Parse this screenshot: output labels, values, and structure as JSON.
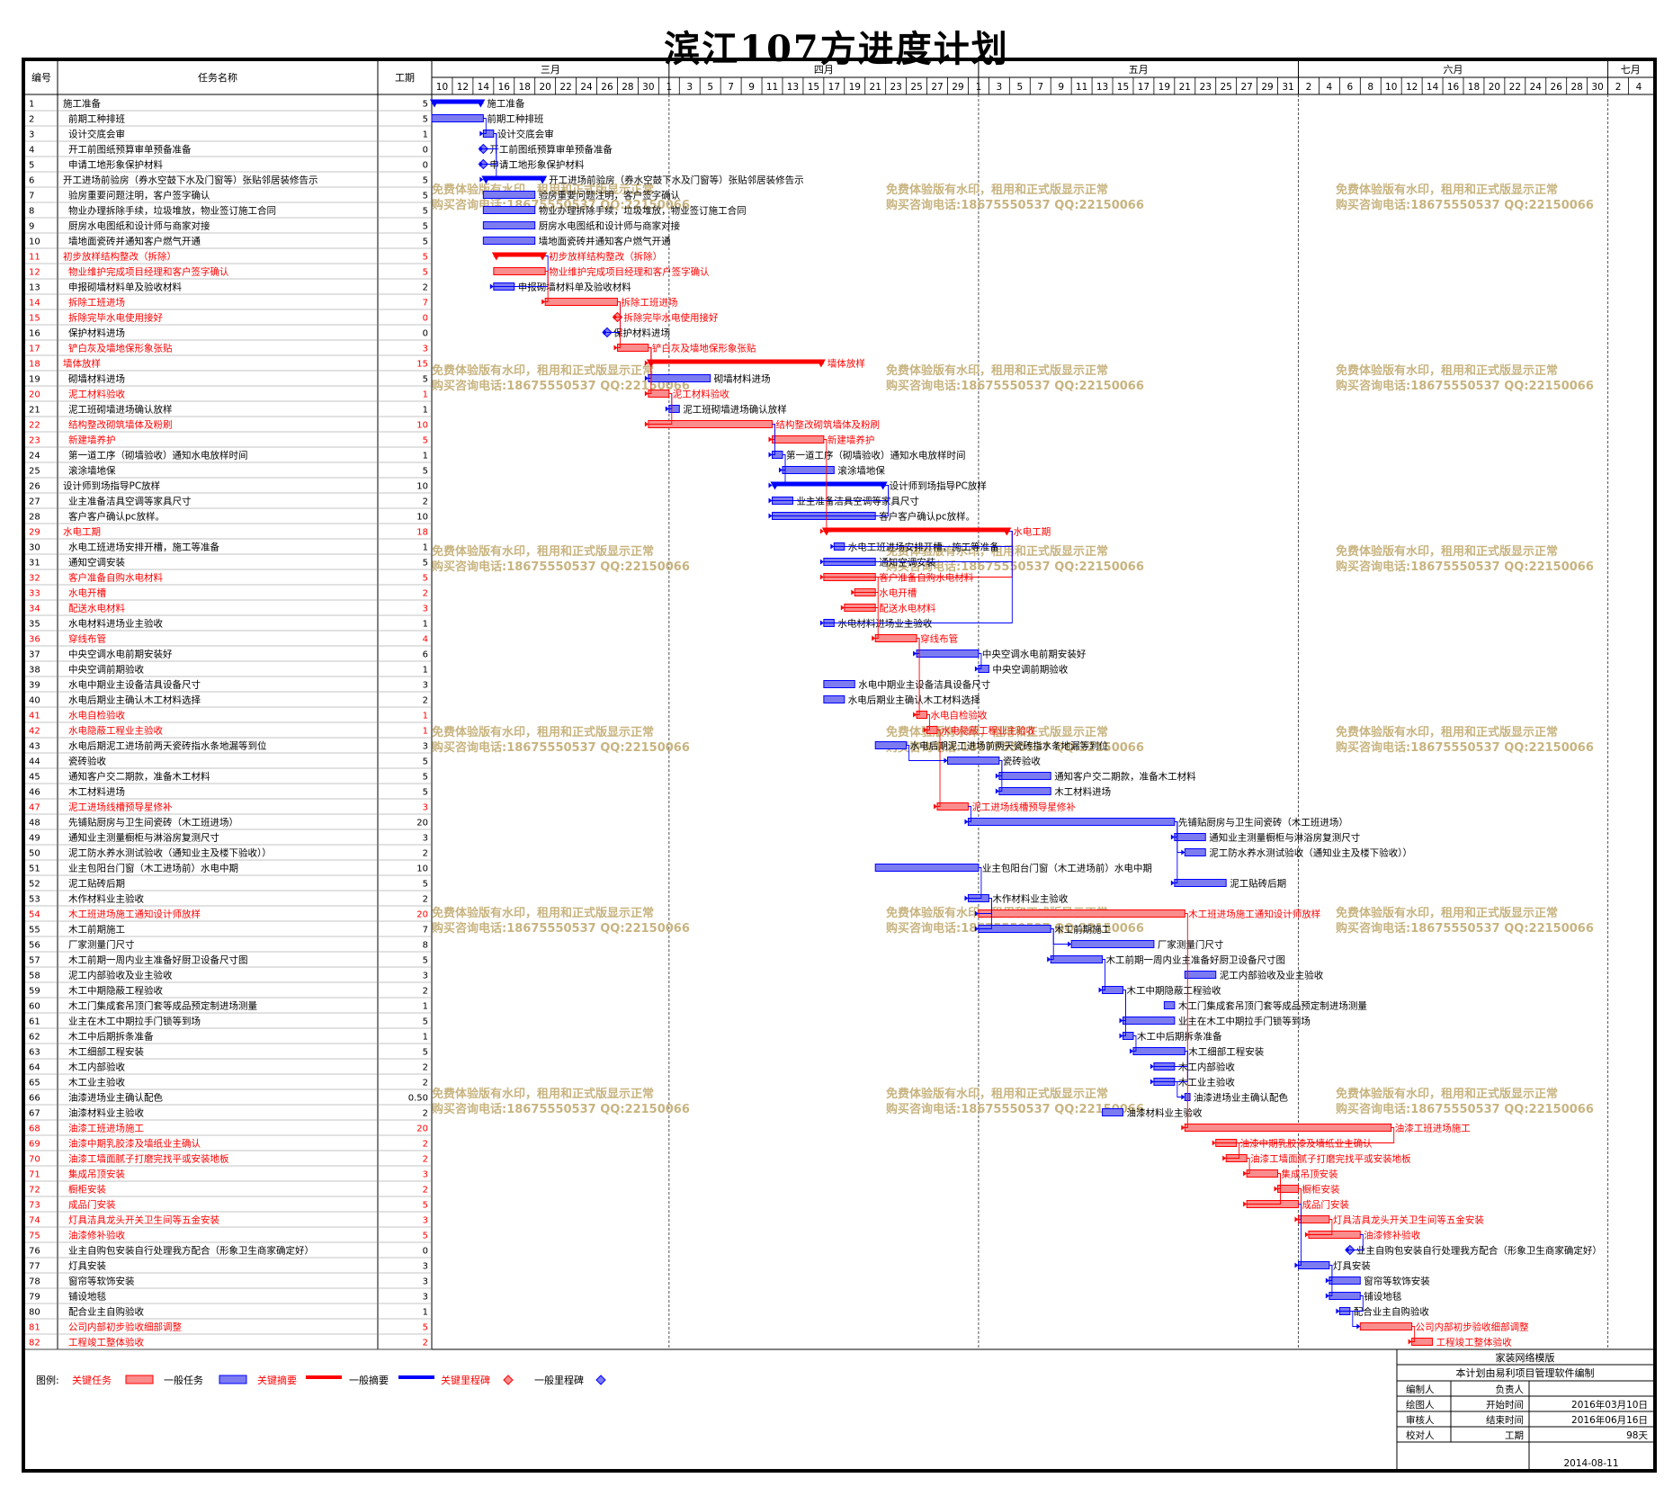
{
  "title": "滨江107方进度计划",
  "headers": {
    "id": "编号",
    "name": "任务名称",
    "duration": "工期"
  },
  "months": [
    {
      "label": "三月",
      "start": "03-10",
      "end": "04-01"
    },
    {
      "label": "四月",
      "start": "04-01",
      "end": "05-01"
    },
    {
      "label": "五月",
      "start": "05-01",
      "end": "06-01"
    },
    {
      "label": "六月",
      "start": "06-01",
      "end": "07-01"
    },
    {
      "label": "七月",
      "start": "07-01",
      "end": "07-07"
    }
  ],
  "watermark": [
    "免费体验版有水印，租用和正式版显示正常",
    "购买咨询电话:18675550537 QQ:22150066"
  ],
  "legend": {
    "label": "图例:",
    "critical_task": "关键任务",
    "normal_task": "一般任务",
    "critical_summary": "关键摘要",
    "normal_summary": "一般摘要",
    "critical_milestone": "关键里程碑",
    "normal_milestone": "一般里程碑"
  },
  "info": {
    "org": "家装网络模版",
    "note": "本计划由易利项目管理软件编制",
    "rows": [
      [
        "编制人",
        "",
        "负责人",
        ""
      ],
      [
        "绘图人",
        "",
        "开始时间",
        "2016年03月10日"
      ],
      [
        "审核人",
        "",
        "结束时间",
        "2016年06月16日"
      ],
      [
        "校对人",
        "",
        "工期",
        "98天"
      ]
    ],
    "date": "2014-08-11"
  },
  "colors": {
    "critical": "#ff0000",
    "normal": "#0000ff",
    "critical_bar": "#f98c8c",
    "normal_bar": "#7c7cf0",
    "watermark": "#c8b480"
  },
  "chart_data": {
    "type": "gantt",
    "title": "滨江107方进度计划",
    "x_axis": "date (2016)",
    "xlim": [
      "2016-03-10",
      "2016-07-07"
    ],
    "tasks": [
      {
        "id": 1,
        "name": "施工准备",
        "duration": "5",
        "start": "03-10",
        "end": "03-15",
        "kind": "summary",
        "critical": false
      },
      {
        "id": 2,
        "name": "前期工种排班",
        "duration": "5",
        "start": "03-10",
        "end": "03-15",
        "kind": "task",
        "critical": false
      },
      {
        "id": 3,
        "name": "设计交底会审",
        "duration": "1",
        "start": "03-15",
        "end": "03-16",
        "kind": "task",
        "critical": false
      },
      {
        "id": 4,
        "name": "开工前图纸预算审单预备准备",
        "duration": "0",
        "start": "03-15",
        "end": "03-15",
        "kind": "milestone",
        "critical": false
      },
      {
        "id": 5,
        "name": "申请工地形象保护材料",
        "duration": "0",
        "start": "03-15",
        "end": "03-15",
        "kind": "milestone",
        "critical": false
      },
      {
        "id": 6,
        "name": "开工进场前验房（券水空鼓下水及门窗等）张贴邻居装修告示",
        "duration": "5",
        "start": "03-15",
        "end": "03-21",
        "kind": "summary",
        "critical": false
      },
      {
        "id": 7,
        "name": "验房重要问题注明，客户签字确认",
        "duration": "5",
        "start": "03-15",
        "end": "03-20",
        "kind": "task",
        "critical": false
      },
      {
        "id": 8,
        "name": "物业办理拆除手续，垃圾堆放，物业签订施工合同",
        "duration": "5",
        "start": "03-15",
        "end": "03-20",
        "kind": "task",
        "critical": false
      },
      {
        "id": 9,
        "name": "厨房水电图纸和设计师与商家对接",
        "duration": "5",
        "start": "03-15",
        "end": "03-20",
        "kind": "task",
        "critical": false
      },
      {
        "id": 10,
        "name": "墙地面瓷砖并通知客户燃气开通",
        "duration": "5",
        "start": "03-15",
        "end": "03-20",
        "kind": "task",
        "critical": false
      },
      {
        "id": 11,
        "name": "初步放样结构整改（拆除）",
        "duration": "5",
        "start": "03-16",
        "end": "03-21",
        "kind": "summary",
        "critical": true
      },
      {
        "id": 12,
        "name": "物业维护完成项目经理和客户签字确认",
        "duration": "5",
        "start": "03-16",
        "end": "03-21",
        "kind": "task",
        "critical": true
      },
      {
        "id": 13,
        "name": "申报砌墙材料单及验收材料",
        "duration": "2",
        "start": "03-16",
        "end": "03-18",
        "kind": "task",
        "critical": false
      },
      {
        "id": 14,
        "name": "拆除工班进场",
        "duration": "7",
        "start": "03-21",
        "end": "03-28",
        "kind": "task",
        "critical": true
      },
      {
        "id": 15,
        "name": "拆除完毕水电使用接好",
        "duration": "0",
        "start": "03-28",
        "end": "03-28",
        "kind": "milestone",
        "critical": true
      },
      {
        "id": 16,
        "name": "保护材料进场",
        "duration": "0",
        "start": "03-27",
        "end": "03-27",
        "kind": "milestone",
        "critical": false
      },
      {
        "id": 17,
        "name": "铲白灰及墙地保形象张贴",
        "duration": "3",
        "start": "03-28",
        "end": "03-31",
        "kind": "task",
        "critical": true
      },
      {
        "id": 18,
        "name": "墙体放样",
        "duration": "15",
        "start": "03-31",
        "end": "04-16",
        "kind": "summary",
        "critical": true
      },
      {
        "id": 19,
        "name": "砌墙材料进场",
        "duration": "5",
        "start": "03-31",
        "end": "04-05",
        "kind": "task",
        "critical": false
      },
      {
        "id": 20,
        "name": "泥工材料验收",
        "duration": "1",
        "start": "03-31",
        "end": "04-01",
        "kind": "task",
        "critical": true
      },
      {
        "id": 21,
        "name": "泥工班砌墙进场确认放样",
        "duration": "1",
        "start": "04-01",
        "end": "04-02",
        "kind": "task",
        "critical": false
      },
      {
        "id": 22,
        "name": "结构整改砌筑墙体及粉刷",
        "duration": "10",
        "start": "03-31",
        "end": "04-11",
        "kind": "task",
        "critical": true
      },
      {
        "id": 23,
        "name": "新建墙养护",
        "duration": "5",
        "start": "04-11",
        "end": "04-16",
        "kind": "task",
        "critical": true
      },
      {
        "id": 24,
        "name": "第一道工序（砌墙验收）通知水电放样时间",
        "duration": "1",
        "start": "04-11",
        "end": "04-12",
        "kind": "task",
        "critical": false
      },
      {
        "id": 25,
        "name": "滚涂墙地保",
        "duration": "5",
        "start": "04-12",
        "end": "04-17",
        "kind": "task",
        "critical": false
      },
      {
        "id": 26,
        "name": "设计师到场指导PC放样",
        "duration": "10",
        "start": "04-11",
        "end": "04-22",
        "kind": "summary",
        "critical": false
      },
      {
        "id": 27,
        "name": "业主准备洁具空调等家具尺寸",
        "duration": "2",
        "start": "04-11",
        "end": "04-13",
        "kind": "task",
        "critical": false
      },
      {
        "id": 28,
        "name": "客户客户确认pc放样。",
        "duration": "10",
        "start": "04-11",
        "end": "04-21",
        "kind": "task",
        "critical": false
      },
      {
        "id": 29,
        "name": "水电工期",
        "duration": "18",
        "start": "04-16",
        "end": "05-04",
        "kind": "summary",
        "critical": true
      },
      {
        "id": 30,
        "name": "水电工班进场安排开槽，施工等准备",
        "duration": "1",
        "start": "04-17",
        "end": "04-18",
        "kind": "task",
        "critical": false
      },
      {
        "id": 31,
        "name": "通知空调安装",
        "duration": "5",
        "start": "04-16",
        "end": "04-21",
        "kind": "task",
        "critical": false
      },
      {
        "id": 32,
        "name": "客户准备自购水电材料",
        "duration": "5",
        "start": "04-16",
        "end": "04-21",
        "kind": "task",
        "critical": true
      },
      {
        "id": 33,
        "name": "水电开槽",
        "duration": "2",
        "start": "04-19",
        "end": "04-21",
        "kind": "task",
        "critical": true
      },
      {
        "id": 34,
        "name": "配送水电材料",
        "duration": "3",
        "start": "04-18",
        "end": "04-21",
        "kind": "task",
        "critical": true
      },
      {
        "id": 35,
        "name": "水电材料进场业主验收",
        "duration": "1",
        "start": "04-16",
        "end": "04-17",
        "kind": "task",
        "critical": false
      },
      {
        "id": 36,
        "name": "穿线布管",
        "duration": "4",
        "start": "04-21",
        "end": "04-25",
        "kind": "task",
        "critical": true
      },
      {
        "id": 37,
        "name": "中央空调水电前期安装好",
        "duration": "6",
        "start": "04-25",
        "end": "05-01",
        "kind": "task",
        "critical": false
      },
      {
        "id": 38,
        "name": "中央空调前期验收",
        "duration": "1",
        "start": "05-01",
        "end": "05-02",
        "kind": "task",
        "critical": false
      },
      {
        "id": 39,
        "name": "水电中期业主设备洁具设备尺寸",
        "duration": "3",
        "start": "04-16",
        "end": "04-19",
        "kind": "task",
        "critical": false
      },
      {
        "id": 40,
        "name": "水电后期业主确认木工材料选择",
        "duration": "2",
        "start": "04-16",
        "end": "04-18",
        "kind": "task",
        "critical": false
      },
      {
        "id": 41,
        "name": "水电自检验收",
        "duration": "1",
        "start": "04-25",
        "end": "04-26",
        "kind": "task",
        "critical": true
      },
      {
        "id": 42,
        "name": "水电隐蔽工程业主验收",
        "duration": "1",
        "start": "04-26",
        "end": "04-27",
        "kind": "task",
        "critical": true
      },
      {
        "id": 43,
        "name": "水电后期泥工进场前两天瓷砖指水条地漏等到位",
        "duration": "3",
        "start": "04-21",
        "end": "04-24",
        "kind": "task",
        "critical": false
      },
      {
        "id": 44,
        "name": "瓷砖验收",
        "duration": "5",
        "start": "04-28",
        "end": "05-03",
        "kind": "task",
        "critical": false
      },
      {
        "id": 45,
        "name": "通知客户交二期款，准备木工材料",
        "duration": "5",
        "start": "05-03",
        "end": "05-08",
        "kind": "task",
        "critical": false
      },
      {
        "id": 46,
        "name": "木工材料进场",
        "duration": "5",
        "start": "05-03",
        "end": "05-08",
        "kind": "task",
        "critical": false
      },
      {
        "id": 47,
        "name": "泥工进场线槽预导星修补",
        "duration": "3",
        "start": "04-27",
        "end": "04-30",
        "kind": "task",
        "critical": true
      },
      {
        "id": 48,
        "name": "先铺贴厨房与卫生间瓷砖（木工班进场）",
        "duration": "20",
        "start": "04-30",
        "end": "05-20",
        "kind": "task",
        "critical": false
      },
      {
        "id": 49,
        "name": "通知业主测量橱柜与淋浴房复测尺寸",
        "duration": "3",
        "start": "05-20",
        "end": "05-23",
        "kind": "task",
        "critical": false
      },
      {
        "id": 50,
        "name": "泥工防水养水测试验收（通知业主及楼下验收））",
        "duration": "2",
        "start": "05-21",
        "end": "05-23",
        "kind": "task",
        "critical": false
      },
      {
        "id": 51,
        "name": "业主包阳台门窗（木工进场前）水电中期",
        "duration": "10",
        "start": "04-21",
        "end": "05-01",
        "kind": "task",
        "critical": false
      },
      {
        "id": 52,
        "name": "泥工贴砖后期",
        "duration": "5",
        "start": "05-20",
        "end": "05-25",
        "kind": "task",
        "critical": false
      },
      {
        "id": 53,
        "name": "木作材料业主验收",
        "duration": "2",
        "start": "04-30",
        "end": "05-02",
        "kind": "task",
        "critical": false
      },
      {
        "id": 54,
        "name": "木工班进场施工通知设计师放样",
        "duration": "20",
        "start": "05-01",
        "end": "05-21",
        "kind": "task",
        "critical": true
      },
      {
        "id": 55,
        "name": "木工前期施工",
        "duration": "7",
        "start": "05-01",
        "end": "05-08",
        "kind": "task",
        "critical": false
      },
      {
        "id": 56,
        "name": "厂家测量门尺寸",
        "duration": "8",
        "start": "05-10",
        "end": "05-18",
        "kind": "task",
        "critical": false
      },
      {
        "id": 57,
        "name": "木工前期一周内业主准备好厨卫设备尺寸图",
        "duration": "5",
        "start": "05-08",
        "end": "05-13",
        "kind": "task",
        "critical": false
      },
      {
        "id": 58,
        "name": "泥工内部验收及业主验收",
        "duration": "3",
        "start": "05-21",
        "end": "05-24",
        "kind": "task",
        "critical": false
      },
      {
        "id": 59,
        "name": "木工中期隐蔽工程验收",
        "duration": "2",
        "start": "05-13",
        "end": "05-15",
        "kind": "task",
        "critical": false
      },
      {
        "id": 60,
        "name": "木工门集成套吊顶门套等成品预定制进场测量",
        "duration": "1",
        "start": "05-19",
        "end": "05-20",
        "kind": "task",
        "critical": false
      },
      {
        "id": 61,
        "name": "业主在木工中期拉手门锁等到场",
        "duration": "5",
        "start": "05-15",
        "end": "05-20",
        "kind": "task",
        "critical": false
      },
      {
        "id": 62,
        "name": "木工中后期拆条准备",
        "duration": "1",
        "start": "05-15",
        "end": "05-16",
        "kind": "task",
        "critical": false
      },
      {
        "id": 63,
        "name": "木工细部工程安装",
        "duration": "5",
        "start": "05-16",
        "end": "05-21",
        "kind": "task",
        "critical": false
      },
      {
        "id": 64,
        "name": "木工内部验收",
        "duration": "2",
        "start": "05-18",
        "end": "05-20",
        "kind": "task",
        "critical": false
      },
      {
        "id": 65,
        "name": "木工业主验收",
        "duration": "2",
        "start": "05-18",
        "end": "05-20",
        "kind": "task",
        "critical": false
      },
      {
        "id": 66,
        "name": "油漆进场业主确认配色",
        "duration": "0.50",
        "start": "05-21",
        "end": "05-21.5",
        "kind": "task",
        "critical": false
      },
      {
        "id": 67,
        "name": "油漆材料业主验收",
        "duration": "2",
        "start": "05-13",
        "end": "05-15",
        "kind": "task",
        "critical": false
      },
      {
        "id": 68,
        "name": "油漆工班进场施工",
        "duration": "20",
        "start": "05-21",
        "end": "06-10",
        "kind": "task",
        "critical": true
      },
      {
        "id": 69,
        "name": "油漆中期乳胶漆及墙纸业主确认",
        "duration": "2",
        "start": "05-24",
        "end": "05-26",
        "kind": "task",
        "critical": true
      },
      {
        "id": 70,
        "name": "油漆工墙面腻子打磨完找平或安装地板",
        "duration": "2",
        "start": "05-25",
        "end": "05-27",
        "kind": "task",
        "critical": true
      },
      {
        "id": 71,
        "name": "集成吊顶安装",
        "duration": "3",
        "start": "05-27",
        "end": "05-30",
        "kind": "task",
        "critical": true
      },
      {
        "id": 72,
        "name": "橱柜安装",
        "duration": "2",
        "start": "05-30",
        "end": "06-01",
        "kind": "task",
        "critical": true
      },
      {
        "id": 73,
        "name": "成品门安装",
        "duration": "5",
        "start": "05-27",
        "end": "06-01",
        "kind": "task",
        "critical": true
      },
      {
        "id": 74,
        "name": "灯具洁具龙头开关卫生间等五金安装",
        "duration": "3",
        "start": "06-01",
        "end": "06-04",
        "kind": "task",
        "critical": true
      },
      {
        "id": 75,
        "name": "油漆修补验收",
        "duration": "5",
        "start": "06-02",
        "end": "06-07",
        "kind": "task",
        "critical": true
      },
      {
        "id": 76,
        "name": "业主自购包安装自行处理我方配合（形象卫生商家确定好）",
        "duration": "0",
        "start": "06-06",
        "end": "06-06",
        "kind": "milestone",
        "critical": false
      },
      {
        "id": 77,
        "name": "灯具安装",
        "duration": "3",
        "start": "06-01",
        "end": "06-04",
        "kind": "task",
        "critical": false
      },
      {
        "id": 78,
        "name": "窗帘等软饰安装",
        "duration": "3",
        "start": "06-04",
        "end": "06-07",
        "kind": "task",
        "critical": false
      },
      {
        "id": 79,
        "name": "铺设地毯",
        "duration": "3",
        "start": "06-04",
        "end": "06-07",
        "kind": "task",
        "critical": false
      },
      {
        "id": 80,
        "name": "配合业主自购验收",
        "duration": "1",
        "start": "06-05",
        "end": "06-06",
        "kind": "task",
        "critical": false
      },
      {
        "id": 81,
        "name": "公司内部初步验收细部调整",
        "duration": "5",
        "start": "06-07",
        "end": "06-12",
        "kind": "task",
        "critical": true
      },
      {
        "id": 82,
        "name": "工程竣工整体验收",
        "duration": "2",
        "start": "06-12",
        "end": "06-14",
        "kind": "task",
        "critical": true
      }
    ]
  }
}
